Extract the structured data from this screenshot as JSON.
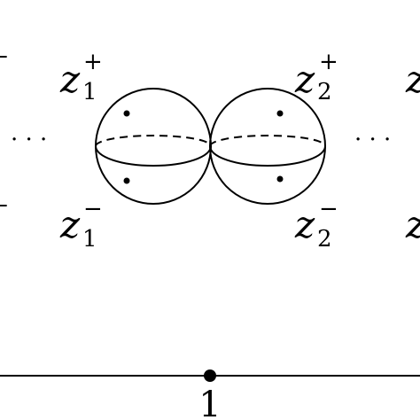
{
  "labels": {
    "z1_plus": {
      "base": "z",
      "sub": "1",
      "sup": "+"
    },
    "z1_minus": {
      "base": "z",
      "sub": "1",
      "sup": "−"
    },
    "z2_plus": {
      "base": "z",
      "sub": "2",
      "sup": "+"
    },
    "z2_minus": {
      "base": "z",
      "sub": "2",
      "sup": "−"
    },
    "right_plus": {
      "base": "z"
    },
    "right_minus": {
      "base": "z"
    }
  },
  "ellipsis_left": "· · ·",
  "ellipsis_right": "· · ·",
  "edge_dash_top": "–",
  "edge_dash_bottom": "–",
  "axis_point_label": "1",
  "colors": {
    "ink": "#000000",
    "background": "#ffffff"
  }
}
